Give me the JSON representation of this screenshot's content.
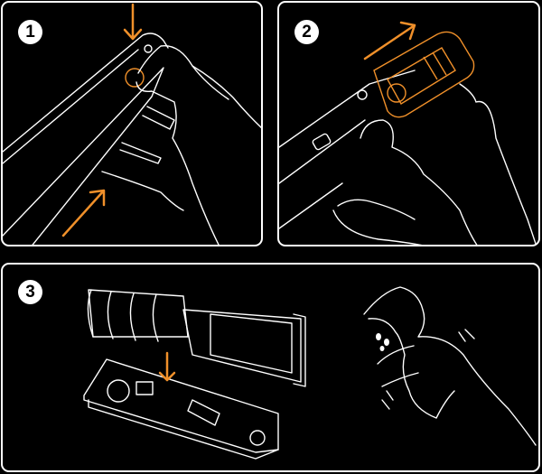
{
  "steps": [
    {
      "number": "1"
    },
    {
      "number": "2"
    },
    {
      "number": "3"
    }
  ],
  "colors": {
    "accent": "#f0902a",
    "line": "#ffffff",
    "background": "#000000"
  }
}
